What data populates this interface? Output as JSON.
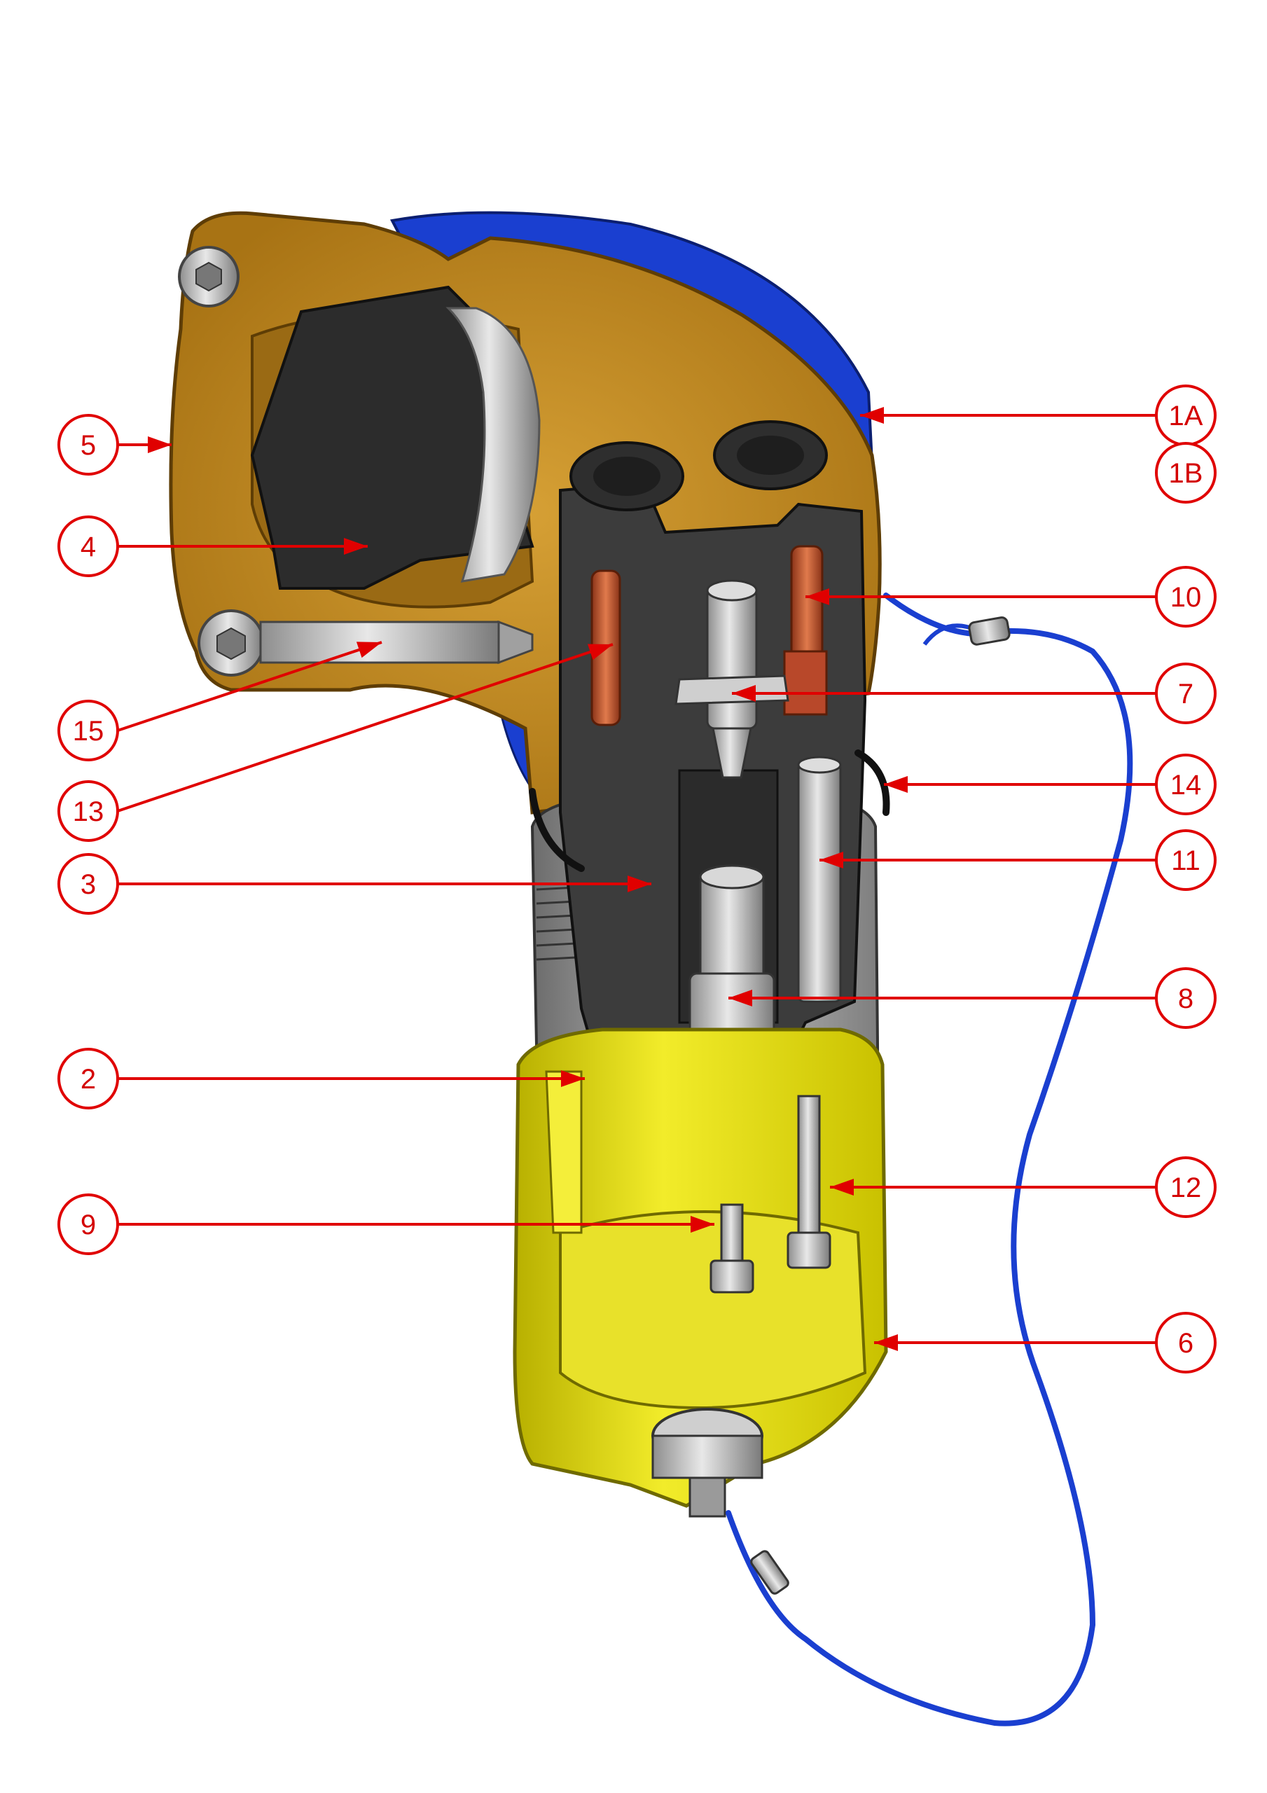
{
  "colors": {
    "callout": "#e00000",
    "callout_text": "#d40000",
    "bronze": "#c08a22",
    "bronze_dark": "#8a5c10",
    "yellow": "#e6e000",
    "yellow_dark": "#b5ad00",
    "blue": "#1a3fd0",
    "insulator": "#3a3a3a",
    "steel": "#b9b9b9",
    "copper": "#c0502a"
  },
  "callouts": [
    {
      "id": "1A",
      "label": "1A"
    },
    {
      "id": "1B",
      "label": "1B"
    },
    {
      "id": "2",
      "label": "2"
    },
    {
      "id": "3",
      "label": "3"
    },
    {
      "id": "4",
      "label": "4"
    },
    {
      "id": "5",
      "label": "5"
    },
    {
      "id": "6",
      "label": "6"
    },
    {
      "id": "7",
      "label": "7"
    },
    {
      "id": "8",
      "label": "8"
    },
    {
      "id": "9",
      "label": "9"
    },
    {
      "id": "10",
      "label": "10"
    },
    {
      "id": "11",
      "label": "11"
    },
    {
      "id": "12",
      "label": "12"
    },
    {
      "id": "13",
      "label": "13"
    },
    {
      "id": "14",
      "label": "14"
    },
    {
      "id": "15",
      "label": "15"
    }
  ]
}
